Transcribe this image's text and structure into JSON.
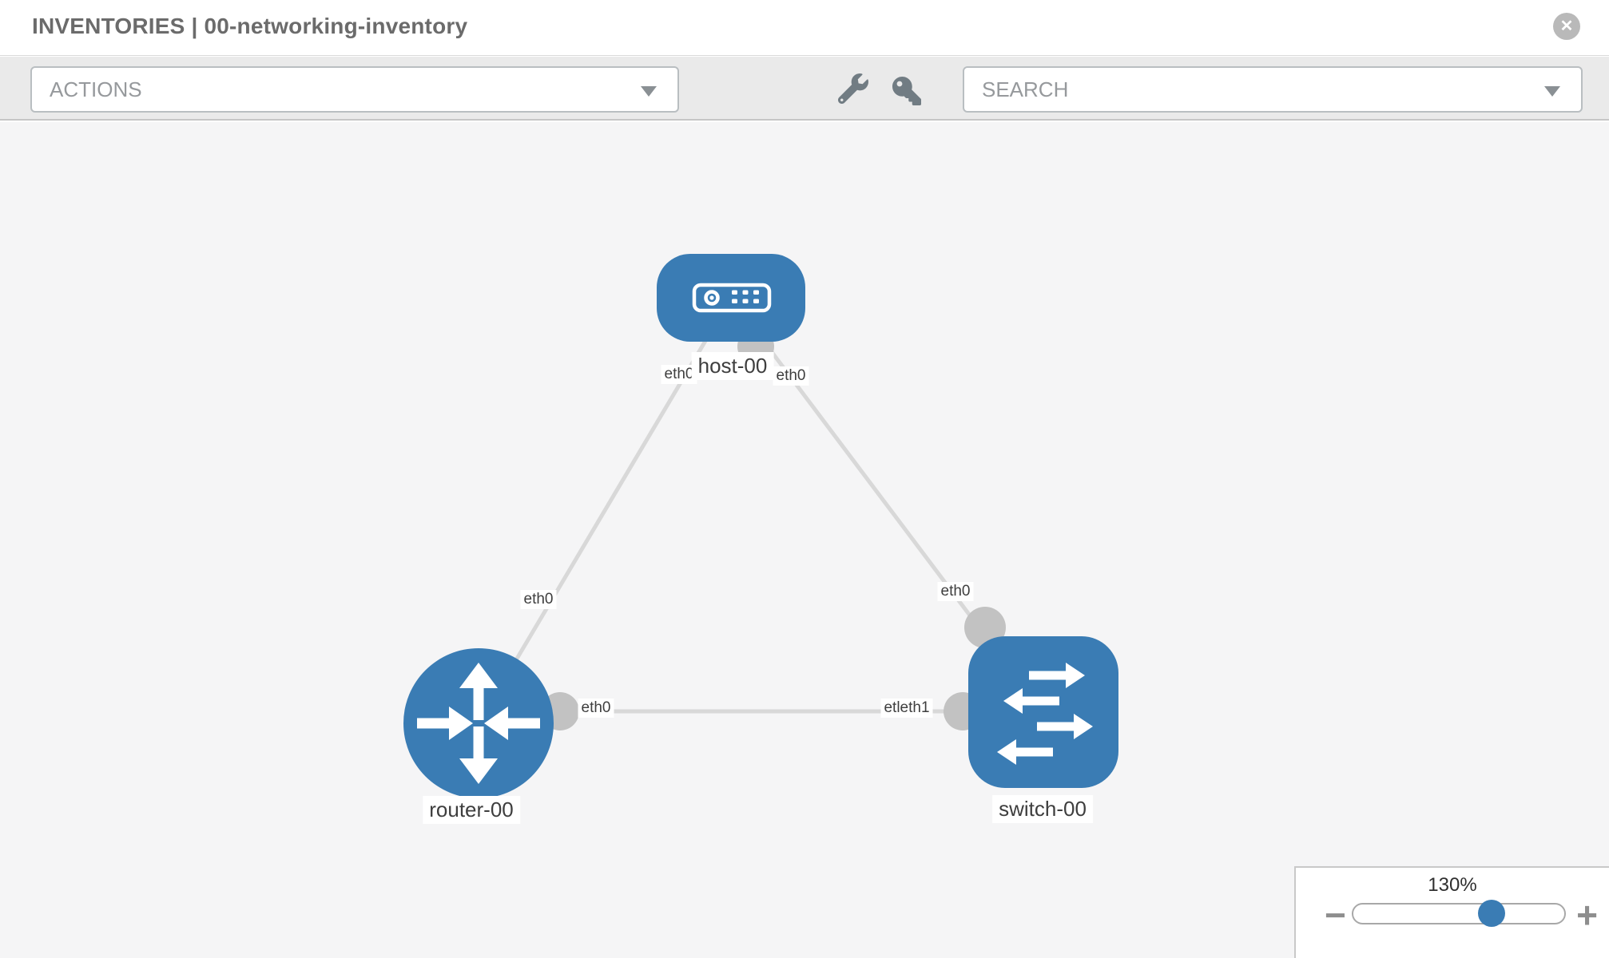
{
  "header": {
    "title": "INVENTORIES | 00-networking-inventory"
  },
  "toolbar": {
    "actions_placeholder": "ACTIONS",
    "search_placeholder": "SEARCH"
  },
  "icons": {
    "close": "✕",
    "zoom_out": "−",
    "zoom_in": "+",
    "wrench": "wrench-icon",
    "key": "key-icon",
    "caret": "chevron-down-icon"
  },
  "diagram": {
    "nodes": [
      {
        "label": "host-00",
        "type": "host"
      },
      {
        "label": "router-00",
        "type": "router"
      },
      {
        "label": "switch-00",
        "type": "switch"
      }
    ],
    "port_labels": [
      {
        "text": "eth0",
        "at": "host-left"
      },
      {
        "text": "eth0",
        "at": "host-right"
      },
      {
        "text": "eth0",
        "at": "router-top"
      },
      {
        "text": "eth0",
        "at": "switch-top"
      },
      {
        "text": "eth0",
        "at": "router-right"
      },
      {
        "text": "etleth1",
        "at": "switch-left"
      }
    ],
    "links": [
      {
        "from": "host-00",
        "to": "router-00"
      },
      {
        "from": "host-00",
        "to": "switch-00"
      },
      {
        "from": "router-00",
        "to": "switch-00"
      }
    ]
  },
  "zoom_control": {
    "level": "130%"
  },
  "colors": {
    "node_blue": "#3a7cb4",
    "link_gray": "#d8d8d8",
    "connector_gray": "#c2c2c2",
    "canvas_bg": "#f5f5f6",
    "toolbar_bg": "#eaeaea",
    "title_text": "#6b6b6b",
    "label_text": "#3e3e3e"
  }
}
